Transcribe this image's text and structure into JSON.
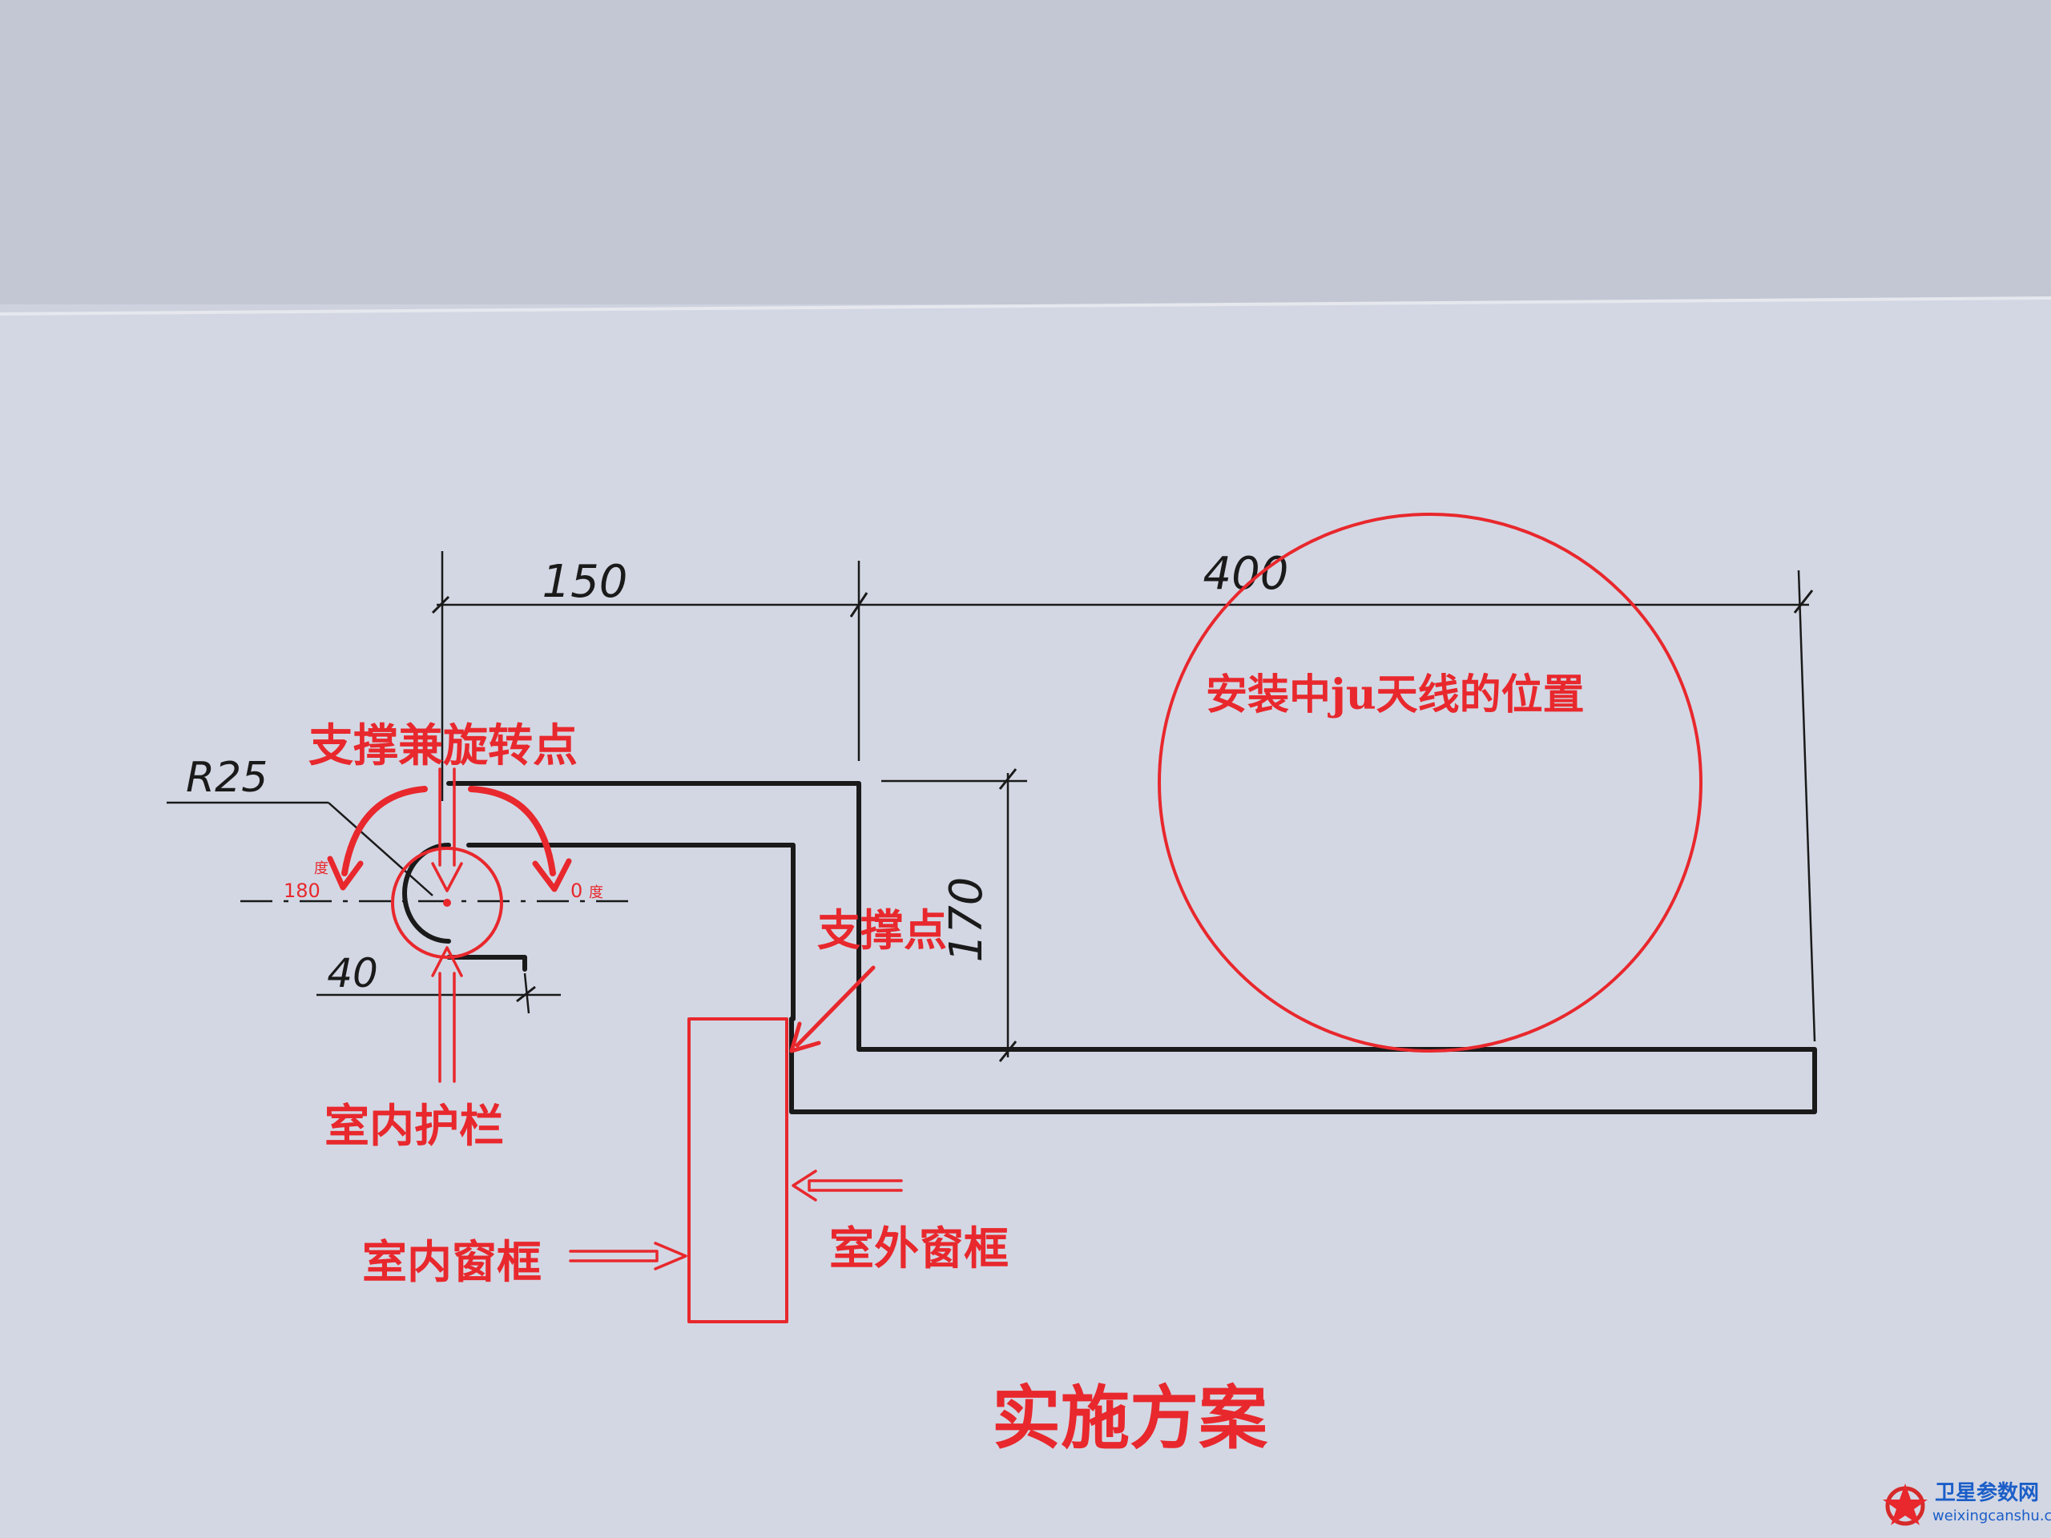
{
  "dimensions": {
    "width_150": "150",
    "width_400": "400",
    "height_170": "170",
    "radius": "R25",
    "offset_40": "40"
  },
  "angle_labels": {
    "deg_180": "180",
    "deg_180_unit": "度",
    "deg_0": "0",
    "deg_0_unit": "度"
  },
  "annotations": {
    "pivot": "支撑兼旋转点",
    "support": "支撑点",
    "indoor_rail": "室内护栏",
    "indoor_frame": "室内窗框",
    "outdoor_frame": "室外窗框",
    "antenna_position": "安装中ju天线的位置"
  },
  "title": "实施方案",
  "watermark": {
    "name": "卫星参数网",
    "url": "weixingcanshu.com"
  },
  "colors": {
    "ink": "#1a1a1a",
    "annotation_red": "#e8282d",
    "watermark_blue": "#1b5ec8"
  }
}
